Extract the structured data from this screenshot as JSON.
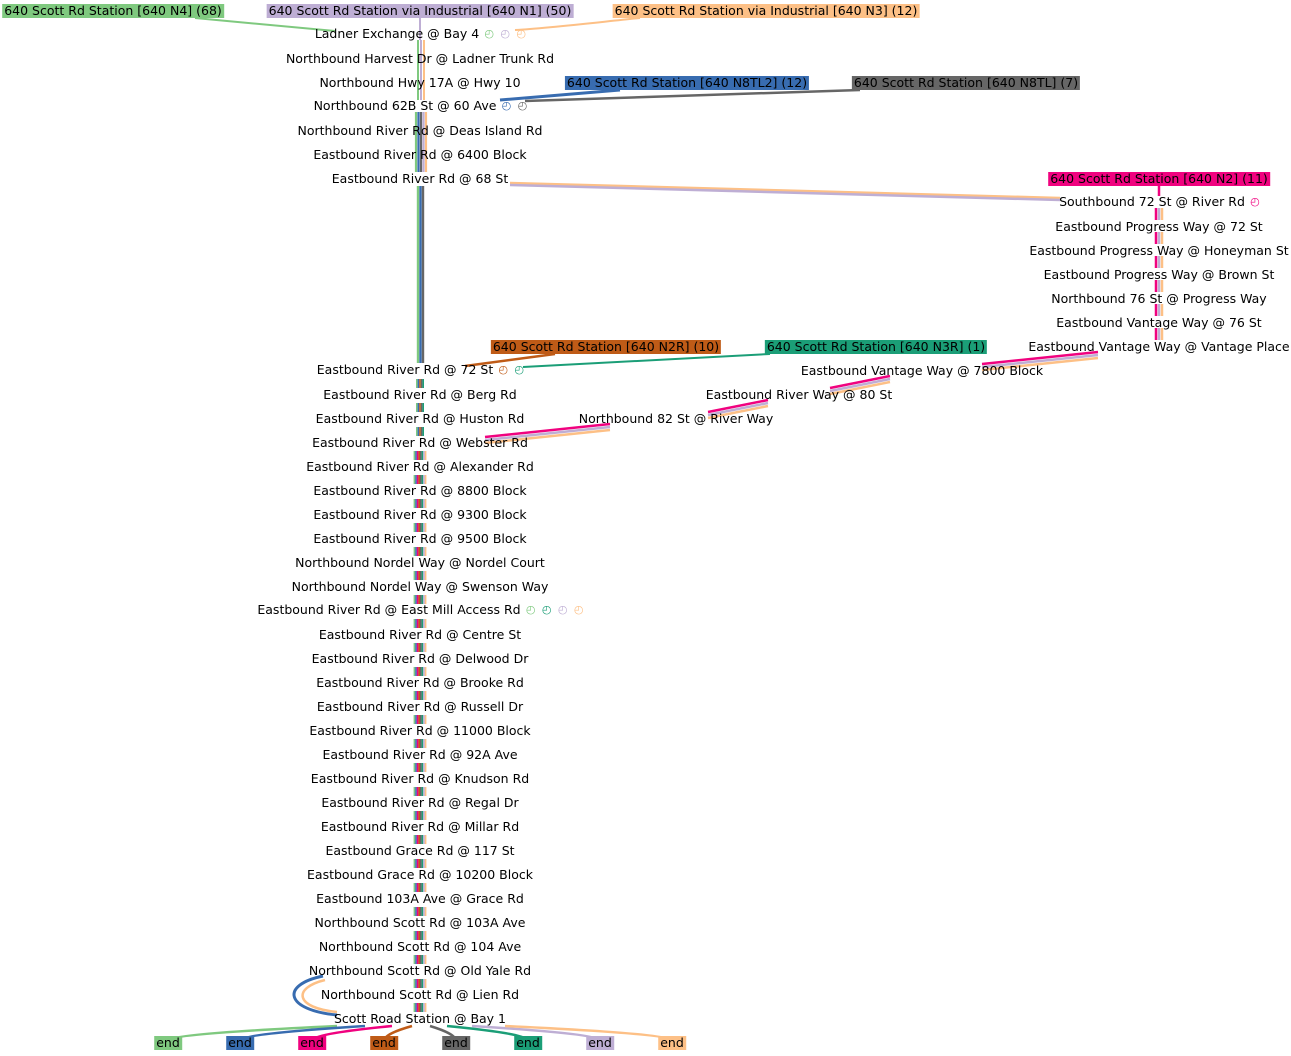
{
  "colors": {
    "N4": "#7fc97f",
    "N1": "#beaed4",
    "N3": "#fdc086",
    "N8TL2": "#386cb0",
    "N8TL": "#666666",
    "N2": "#f0027f",
    "N2R": "#bf5b17",
    "N3R": "#1b9e77"
  },
  "routes": [
    {
      "key": "N4",
      "label": "640 Scott Rd Station [640 N4] (68)"
    },
    {
      "key": "N1",
      "label": "640 Scott Rd Station via Industrial [640 N1] (50)"
    },
    {
      "key": "N3",
      "label": "640 Scott Rd Station via Industrial [640 N3] (12)"
    },
    {
      "key": "N8TL2",
      "label": "640 Scott Rd Station [640 N8TL2] (12)"
    },
    {
      "key": "N8TL",
      "label": "640 Scott Rd Station [640 N8TL] (7)"
    },
    {
      "key": "N2",
      "label": "640 Scott Rd Station [640 N2] (11)"
    },
    {
      "key": "N2R",
      "label": "640 Scott Rd Station [640 N2R] (10)"
    },
    {
      "key": "N3R",
      "label": "640 Scott Rd Station [640 N3R] (1)"
    }
  ],
  "stops": {
    "s01": "Ladner Exchange @ Bay 4",
    "s02": "Northbound Harvest Dr @ Ladner Trunk Rd",
    "s03": "Northbound Hwy 17A @ Hwy 10",
    "s04": "Northbound 62B St @ 60 Ave",
    "s05": "Northbound River Rd @ Deas Island Rd",
    "s06": "Eastbound River Rd @ 6400 Block",
    "s07": "Eastbound River Rd @ 68 St",
    "s08": "Eastbound River Rd @ 72 St",
    "s09": "Eastbound River Rd @ Berg Rd",
    "s10": "Eastbound River Rd @ Huston Rd",
    "s11": "Eastbound River Rd @ Webster Rd",
    "s12": "Eastbound River Rd @ Alexander Rd",
    "s13": "Eastbound River Rd @ 8800 Block",
    "s14": "Eastbound River Rd @ 9300 Block",
    "s15": "Eastbound River Rd @ 9500 Block",
    "s16": "Northbound Nordel Way @ Nordel Court",
    "s17": "Northbound Nordel Way @ Swenson Way",
    "s18": "Eastbound River Rd @ East Mill Access Rd",
    "s19": "Eastbound River Rd @ Centre St",
    "s20": "Eastbound River Rd @ Delwood Dr",
    "s21": "Eastbound River Rd @ Brooke Rd",
    "s22": "Eastbound River Rd @ Russell Dr",
    "s23": "Eastbound River Rd @ 11000 Block",
    "s24": "Eastbound River Rd @ 92A Ave",
    "s25": "Eastbound River Rd @ Knudson Rd",
    "s26": "Eastbound River Rd @ Regal Dr",
    "s27": "Eastbound River Rd @ Millar Rd",
    "s28": "Eastbound Grace Rd @ 117 St",
    "s29": "Eastbound Grace Rd @ 10200 Block",
    "s30": "Eastbound 103A Ave @ Grace Rd",
    "s31": "Northbound Scott Rd @ 103A Ave",
    "s32": "Northbound Scott Rd @ 104 Ave",
    "s33": "Northbound Scott Rd @ Old Yale Rd",
    "s34": "Northbound Scott Rd @ Lien Rd",
    "s35": "Scott Road Station @ Bay 1",
    "b01": "Southbound 72 St @ River Rd",
    "b02": "Eastbound Progress Way @ 72 St",
    "b03": "Eastbound Progress Way @ Honeyman St",
    "b04": "Eastbound Progress Way @ Brown St",
    "b05": "Northbound 76 St @ Progress Way",
    "b06": "Eastbound Vantage Way @ 76 St",
    "b07": "Eastbound Vantage Way @ Vantage Place",
    "b08": "Eastbound Vantage Way @ 7800 Block",
    "b09": "Eastbound River Way @ 80 St",
    "b10": "Northbound 82 St @ River Way"
  },
  "end_label": "end",
  "clock_glyph": "◴",
  "clock_icons": {
    "s01": [
      "N4",
      "N1",
      "N3"
    ],
    "s04": [
      "N8TL2",
      "N8TL"
    ],
    "s08": [
      "N2R",
      "N3R"
    ],
    "s18": [
      "N4",
      "N3R",
      "N1",
      "N3"
    ],
    "b01": [
      "N2"
    ]
  },
  "end_order": [
    "N4",
    "N8TL2",
    "N2",
    "N2R",
    "N8TL",
    "N3R",
    "N1",
    "N3"
  ]
}
